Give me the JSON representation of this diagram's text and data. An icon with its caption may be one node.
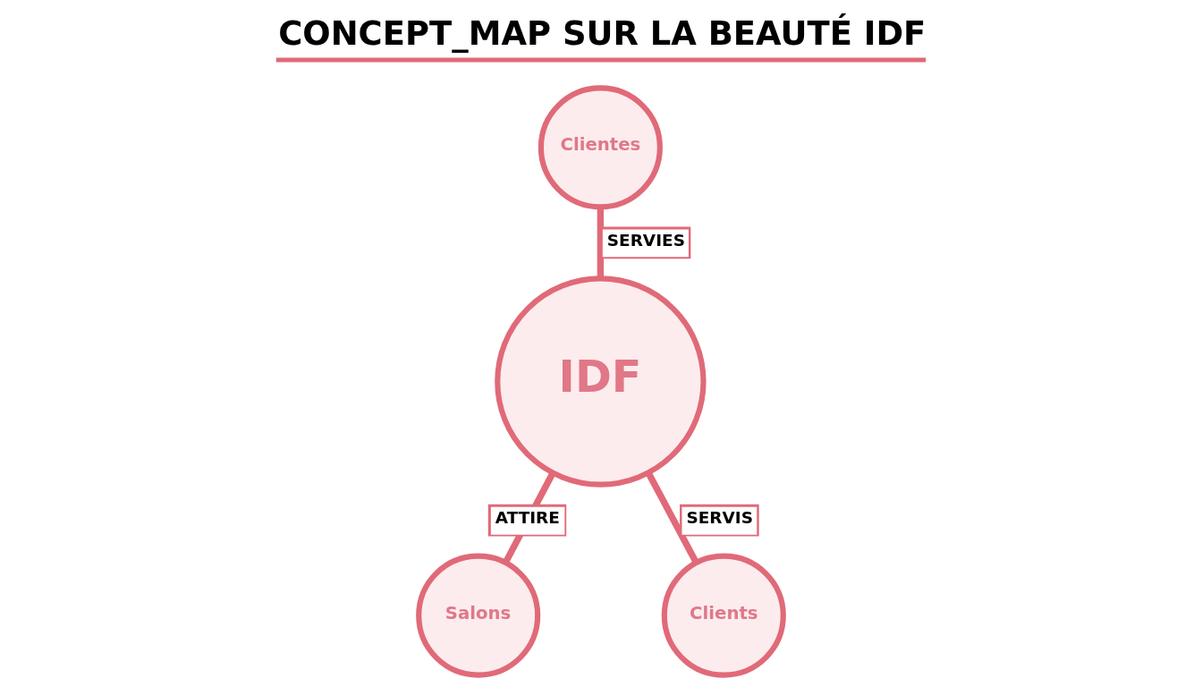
{
  "diagram": {
    "title": "CONCEPT_MAP SUR LA BEAUTÉ IDF",
    "nodes": [
      {
        "text": [
          "Clientes"
        ]
      },
      {
        "text": [
          "IDF"
        ]
      },
      {
        "text": [
          "Salons"
        ]
      },
      {
        "text": [
          "Clients"
        ]
      }
    ],
    "edges": [
      {
        "from": 0,
        "to": 1,
        "arrow": "none",
        "label": "SERVIES"
      },
      {
        "from": 1,
        "to": 2,
        "arrow": "none",
        "label": "ATTIRE"
      },
      {
        "from": 1,
        "to": 3,
        "arrow": "none",
        "label": "SERVIS"
      }
    ]
  }
}
